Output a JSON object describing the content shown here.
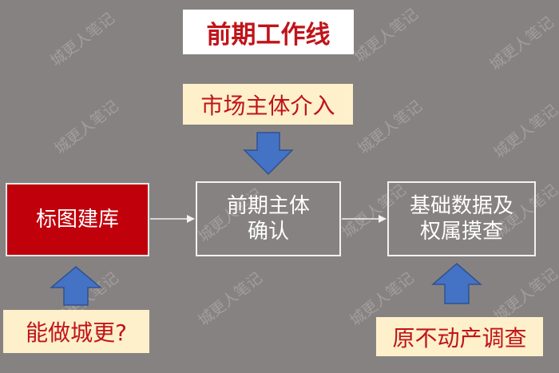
{
  "title": "前期工作线",
  "triggers": {
    "top": "市场主体介入",
    "left": "能做城更?",
    "right": "原不动产调查"
  },
  "steps": [
    {
      "line1": "标图建库",
      "line2": ""
    },
    {
      "line1": "前期主体",
      "line2": "确认"
    },
    {
      "line1": "基础数据及",
      "line2": "权属摸查"
    }
  ],
  "watermark": "城更人笔记",
  "colors": {
    "background": "#878282",
    "title_text": "#c0141a",
    "callout_bg": "#fdf0cb",
    "step_highlight": "#c0000b",
    "arrow_blue": "#4472c4"
  }
}
